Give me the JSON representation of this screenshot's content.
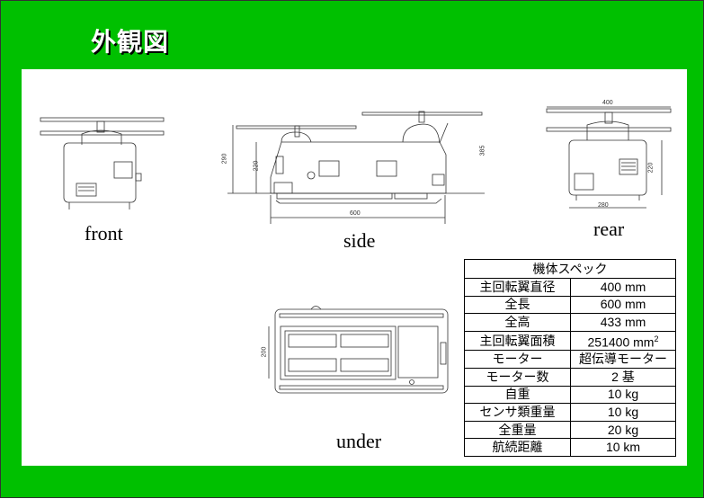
{
  "title": "外観図",
  "views": {
    "front": "front",
    "side": "side",
    "rear": "rear",
    "under": "under"
  },
  "dimensions": {
    "rear_width": "400",
    "rear_depth": "280",
    "rear_height": "220",
    "side_total_height": "290",
    "side_body_height": "220",
    "side_height_right": "385",
    "side_length": "600",
    "under_width": "200"
  },
  "spec": {
    "header": "機体スペック",
    "rows": [
      {
        "k": "主回転翼直径",
        "v": "400 mm"
      },
      {
        "k": "全長",
        "v": "600 mm"
      },
      {
        "k": "全高",
        "v": "433 mm"
      },
      {
        "k": "主回転翼面積",
        "v": "251400 mm",
        "sup": "2"
      },
      {
        "k": "モーター",
        "v": "超伝導モーター"
      },
      {
        "k": "モーター数",
        "v": "2 基"
      },
      {
        "k": "自重",
        "v": "10 kg"
      },
      {
        "k": "センサ類重量",
        "v": "10 kg"
      },
      {
        "k": "全重量",
        "v": "20 kg"
      },
      {
        "k": "航続距離",
        "v": "10 km"
      }
    ]
  }
}
